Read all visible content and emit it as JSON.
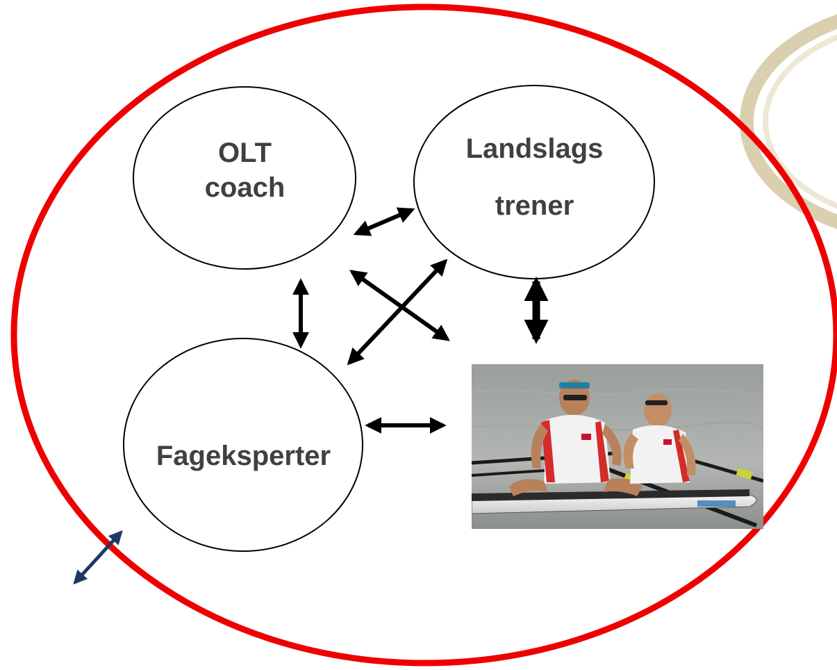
{
  "nodes": {
    "olt_coach": {
      "line1": "OLT",
      "line2": "coach"
    },
    "landslagstrener": {
      "line1": "Landslags",
      "line2": "trener"
    },
    "fageksperter": {
      "label": "Fageksperter"
    }
  },
  "photo": {
    "subject": "two rowers in a double scull boat"
  },
  "colors": {
    "boundary": "#ee0000",
    "node_outline": "#000000",
    "arrow": "#000000",
    "outer_arrow": "#1f3864",
    "node_text": "#404040",
    "watermark_ring": "#c9b98b"
  }
}
